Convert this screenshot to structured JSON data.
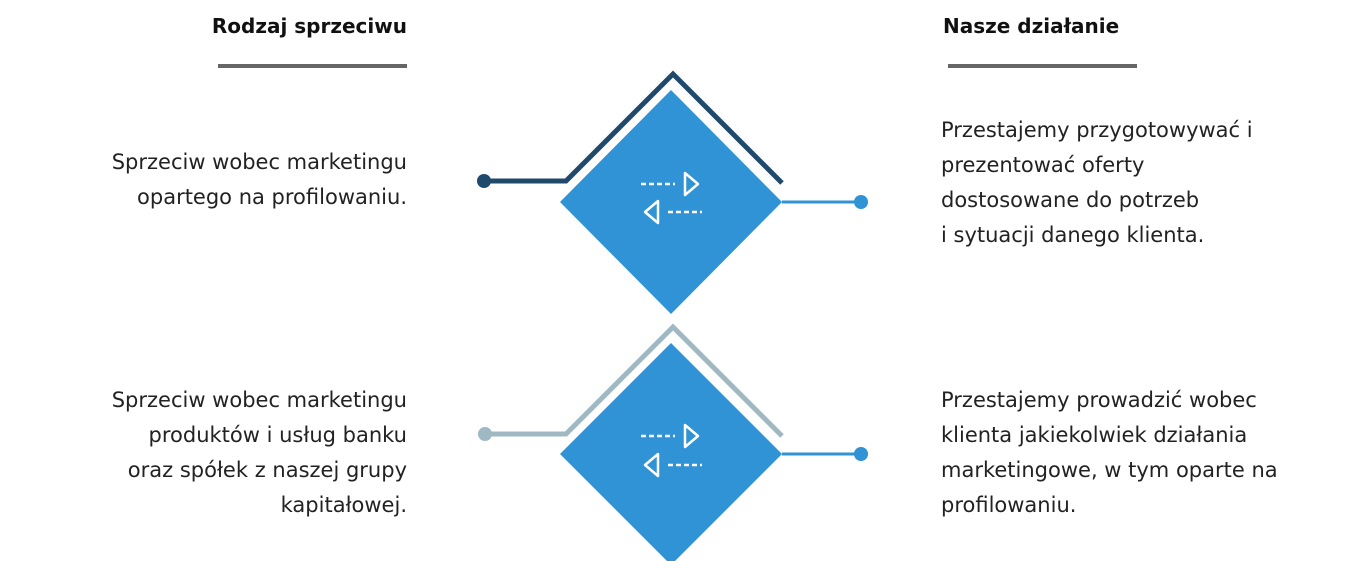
{
  "headers": {
    "left": "Rodzaj sprzeciwu",
    "right": "Nasze działanie"
  },
  "rows": [
    {
      "objection_lines": [
        "Sprzeciw wobec marketingu",
        "opartego na profilowaniu."
      ],
      "action_lines": [
        "Przestajemy przygotowywać i",
        "prezentować oferty",
        "dostosowane do potrzeb",
        "i sytuacji danego klienta."
      ]
    },
    {
      "objection_lines": [
        "Sprzeciw wobec marketingu",
        "produktów i usług banku",
        "oraz spółek z naszej grupy",
        "kapitałowej."
      ],
      "action_lines": [
        "Przestajemy prowadzić wobec",
        "klienta jakiekolwiek działania",
        "marketingowe, w tym oparte na",
        "profilowaniu."
      ]
    }
  ],
  "icons": [
    "exchange-arrows-icon",
    "exchange-arrows-icon"
  ],
  "colors": {
    "diamond": "#2f93d5",
    "connector_right": "#2f93d5",
    "connector_left_row1": "#1f4a6b",
    "connector_left_row2": "#9fb8c4",
    "underline": "#666666"
  }
}
